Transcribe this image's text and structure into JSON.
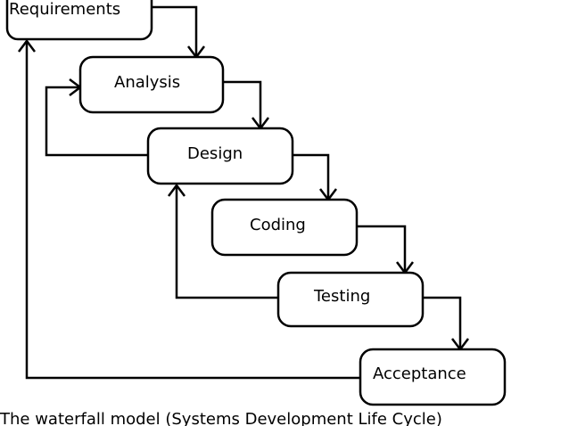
{
  "diagram": {
    "stages": [
      {
        "id": "requirements",
        "label": "Requirements"
      },
      {
        "id": "analysis",
        "label": "Analysis"
      },
      {
        "id": "design",
        "label": "Design"
      },
      {
        "id": "coding",
        "label": "Coding"
      },
      {
        "id": "testing",
        "label": "Testing"
      },
      {
        "id": "acceptance",
        "label": "Acceptance"
      }
    ],
    "caption": "The waterfall model (Systems Development Life Cycle)",
    "line_color": "#000000",
    "background_color": "#ffffff"
  }
}
